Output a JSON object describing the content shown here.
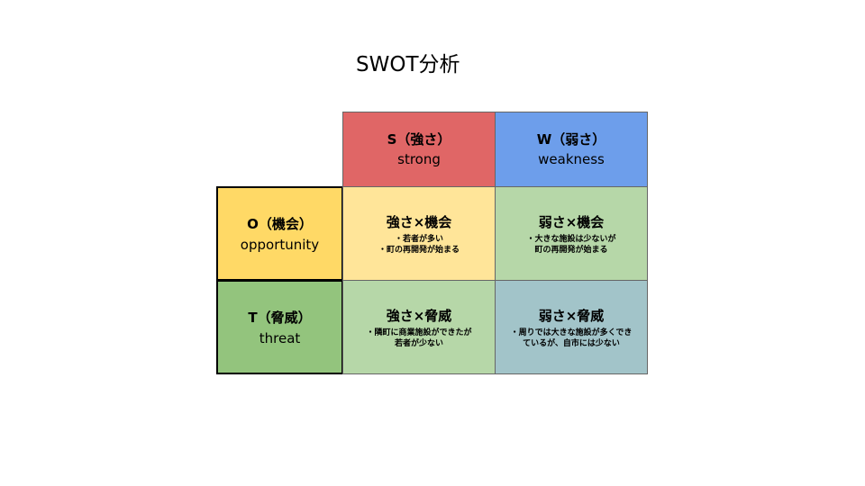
{
  "title": "SWOT分析",
  "columns": {
    "s": {
      "label": "S（強さ）",
      "sub": "strong",
      "color": "#e06666"
    },
    "w": {
      "label": "W（弱さ）",
      "sub": "weakness",
      "color": "#6d9eeb"
    }
  },
  "rows": {
    "o": {
      "label": "O（機会）",
      "sub": "opportunity",
      "color": "#ffd966"
    },
    "t": {
      "label": "T（脅威）",
      "sub": "threat",
      "color": "#93c47d"
    }
  },
  "cells": {
    "so": {
      "title": "強さ×機会",
      "lines": [
        "・若者が多い",
        "・町の再開発が始まる"
      ],
      "color": "#ffe599"
    },
    "wo": {
      "title": "弱さ×機会",
      "lines": [
        "・大きな施設は少ないが",
        "町の再開発が始まる"
      ],
      "color": "#b6d7a8"
    },
    "st": {
      "title": "強さ×脅威",
      "lines": [
        "・隣町に商業施設ができたが",
        "若者が少ない"
      ],
      "color": "#b6d7a8"
    },
    "wt": {
      "title": "弱さ×脅威",
      "lines": [
        "・周りでは大きな施設が多くでき",
        "ているが、自市には少ない"
      ],
      "color": "#a2c4c9"
    }
  }
}
